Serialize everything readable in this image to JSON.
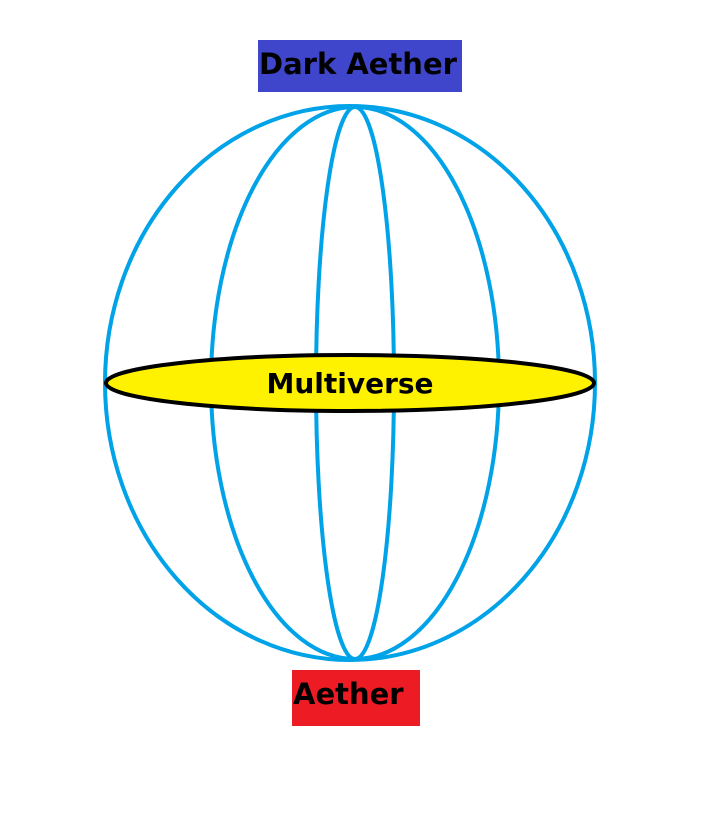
{
  "diagram": {
    "top_label": {
      "text": "Dark Aether",
      "color": "#4046CC"
    },
    "bottom_label": {
      "text": "Aether",
      "color": "#ED1C24"
    },
    "center_label": {
      "text": "Multiverse",
      "color": "#FFF200"
    },
    "sphere_color": "#00A2E8",
    "outline_color": "#000000"
  }
}
